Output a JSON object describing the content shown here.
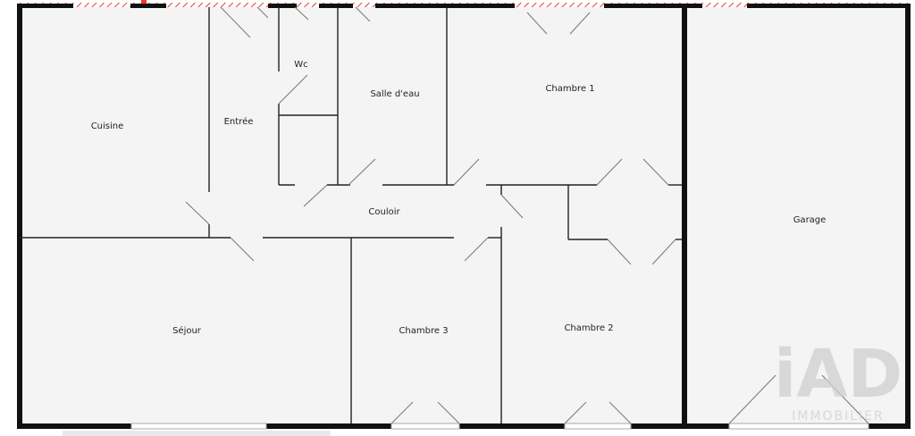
{
  "plan": {
    "rooms": {
      "cuisine": "Cuisine",
      "entree": "Entrée",
      "wc": "Wc",
      "salle_eau": "Salle d'eau",
      "chambre1": "Chambre 1",
      "couloir": "Couloir",
      "garage": "Garage",
      "sejour": "Séjour",
      "chambre3": "Chambre 3",
      "chambre2": "Chambre 2"
    },
    "colors": {
      "floor": "#f4f4f4",
      "walls": "#111111",
      "hatch": "#e83a3a"
    }
  },
  "watermark": {
    "logo": "iAD",
    "subtitle": "IMMOBILIER"
  }
}
